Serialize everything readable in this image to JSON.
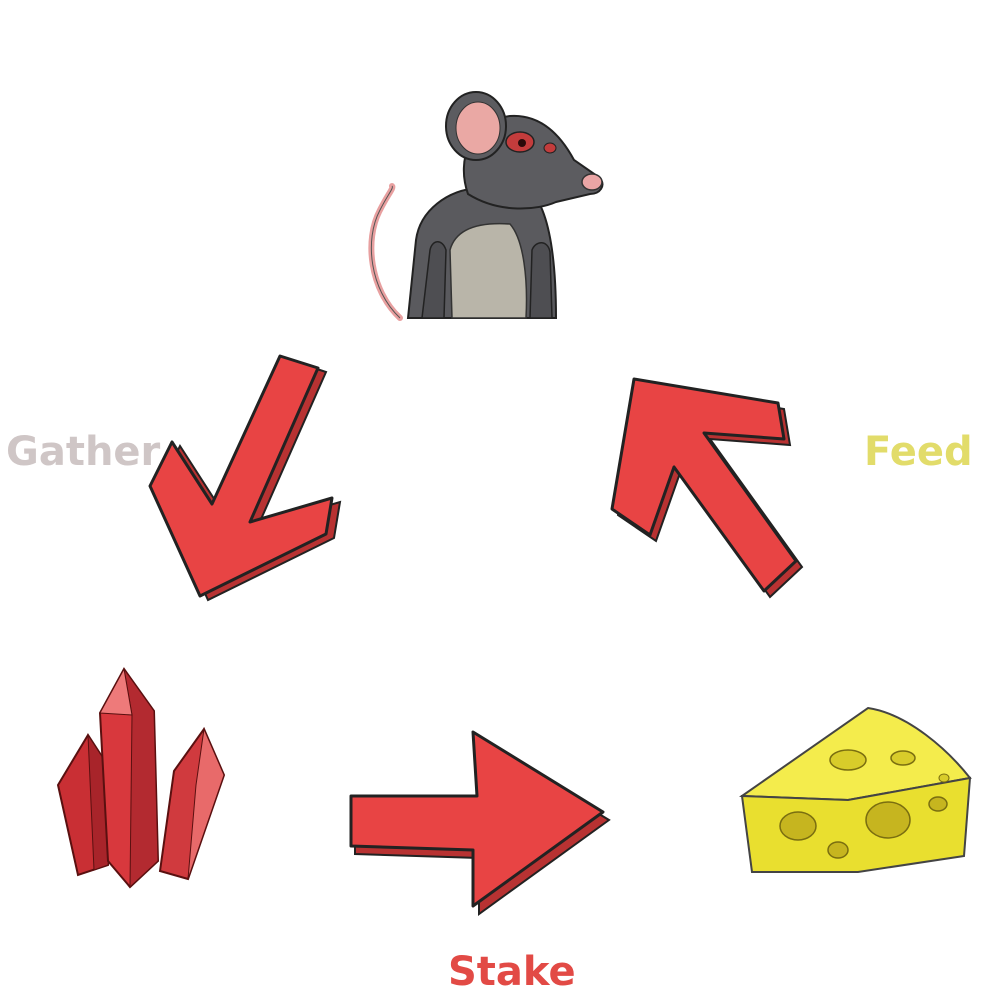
{
  "diagram": {
    "labels": {
      "gather": "Gather",
      "feed": "Feed",
      "stake": "Stake"
    },
    "colors": {
      "arrow": "#e84444",
      "gather": "#cfc6c6",
      "feed": "#e2dc6a",
      "stake": "#e24a45"
    },
    "icons": {
      "rat": "rat-icon",
      "crystals": "crystal-icon",
      "cheese": "cheese-icon"
    }
  }
}
